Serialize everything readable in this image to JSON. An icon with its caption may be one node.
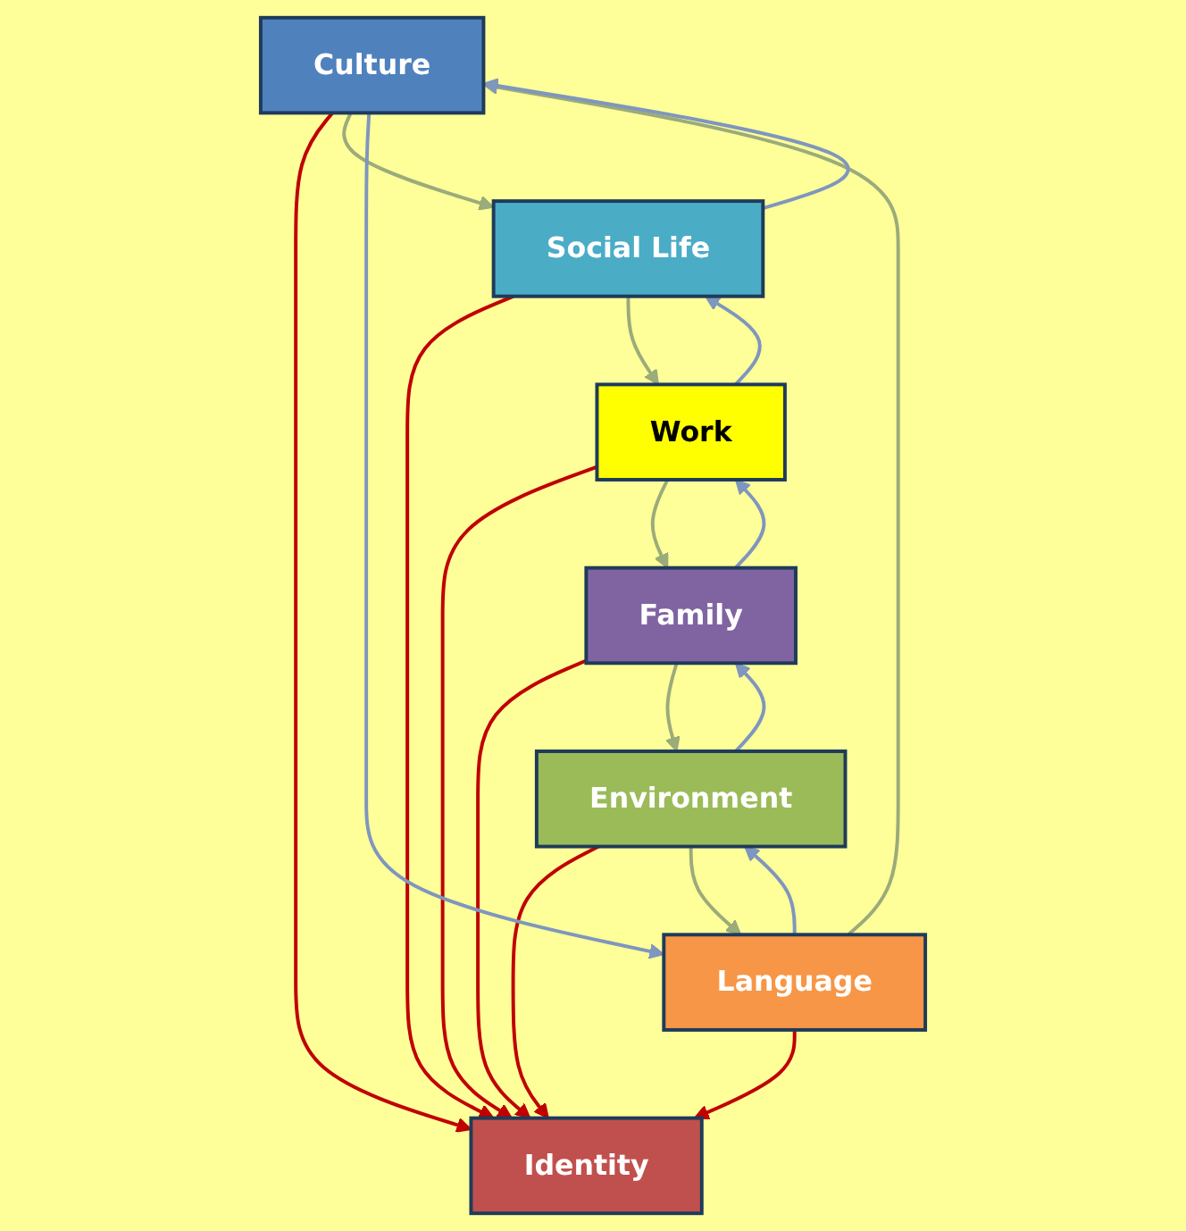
{
  "diagram": {
    "nodes": [
      {
        "text": [
          "Culture"
        ]
      },
      {
        "text": [
          "Social Life"
        ]
      },
      {
        "text": [
          "Language"
        ]
      },
      {
        "text": [
          "Identity"
        ]
      },
      {
        "text": [
          "Work"
        ]
      },
      {
        "text": [
          "Environment"
        ]
      },
      {
        "text": [
          "Family"
        ]
      }
    ],
    "edges": [
      {
        "from": 2,
        "to": 3,
        "arrow": "to",
        "color": "#c00000"
      },
      {
        "from": 0,
        "to": 3,
        "arrow": "to",
        "color": "#c00000"
      },
      {
        "from": 1,
        "to": 3,
        "arrow": "to",
        "color": "#c00000"
      },
      {
        "from": 4,
        "to": 3,
        "arrow": "to",
        "color": "#c00000"
      },
      {
        "from": 6,
        "to": 3,
        "arrow": "to",
        "color": "#c00000"
      },
      {
        "from": 5,
        "to": 3,
        "arrow": "to",
        "color": "#c00000"
      },
      {
        "from": 2,
        "to": 0,
        "arrow": "to",
        "color": "#9bab7a"
      },
      {
        "from": 0,
        "to": 1,
        "arrow": "to",
        "color": "#9bab7a"
      },
      {
        "from": 1,
        "to": 4,
        "arrow": "to",
        "color": "#9bab7a"
      },
      {
        "from": 4,
        "to": 6,
        "arrow": "to",
        "color": "#9bab7a"
      },
      {
        "from": 6,
        "to": 5,
        "arrow": "to",
        "color": "#9bab7a"
      },
      {
        "from": 5,
        "to": 2,
        "arrow": "to",
        "color": "#9bab7a"
      },
      {
        "from": 0,
        "to": 2,
        "arrow": "to",
        "color": "#7f96be"
      },
      {
        "from": 2,
        "to": 5,
        "arrow": "to",
        "color": "#7f96be"
      },
      {
        "from": 5,
        "to": 6,
        "arrow": "to",
        "color": "#7f96be"
      },
      {
        "from": 6,
        "to": 4,
        "arrow": "to",
        "color": "#7f96be"
      },
      {
        "from": 4,
        "to": 1,
        "arrow": "to",
        "color": "#7f96be"
      },
      {
        "from": 1,
        "to": 0,
        "arrow": "to",
        "color": "#7f96be"
      }
    ]
  }
}
